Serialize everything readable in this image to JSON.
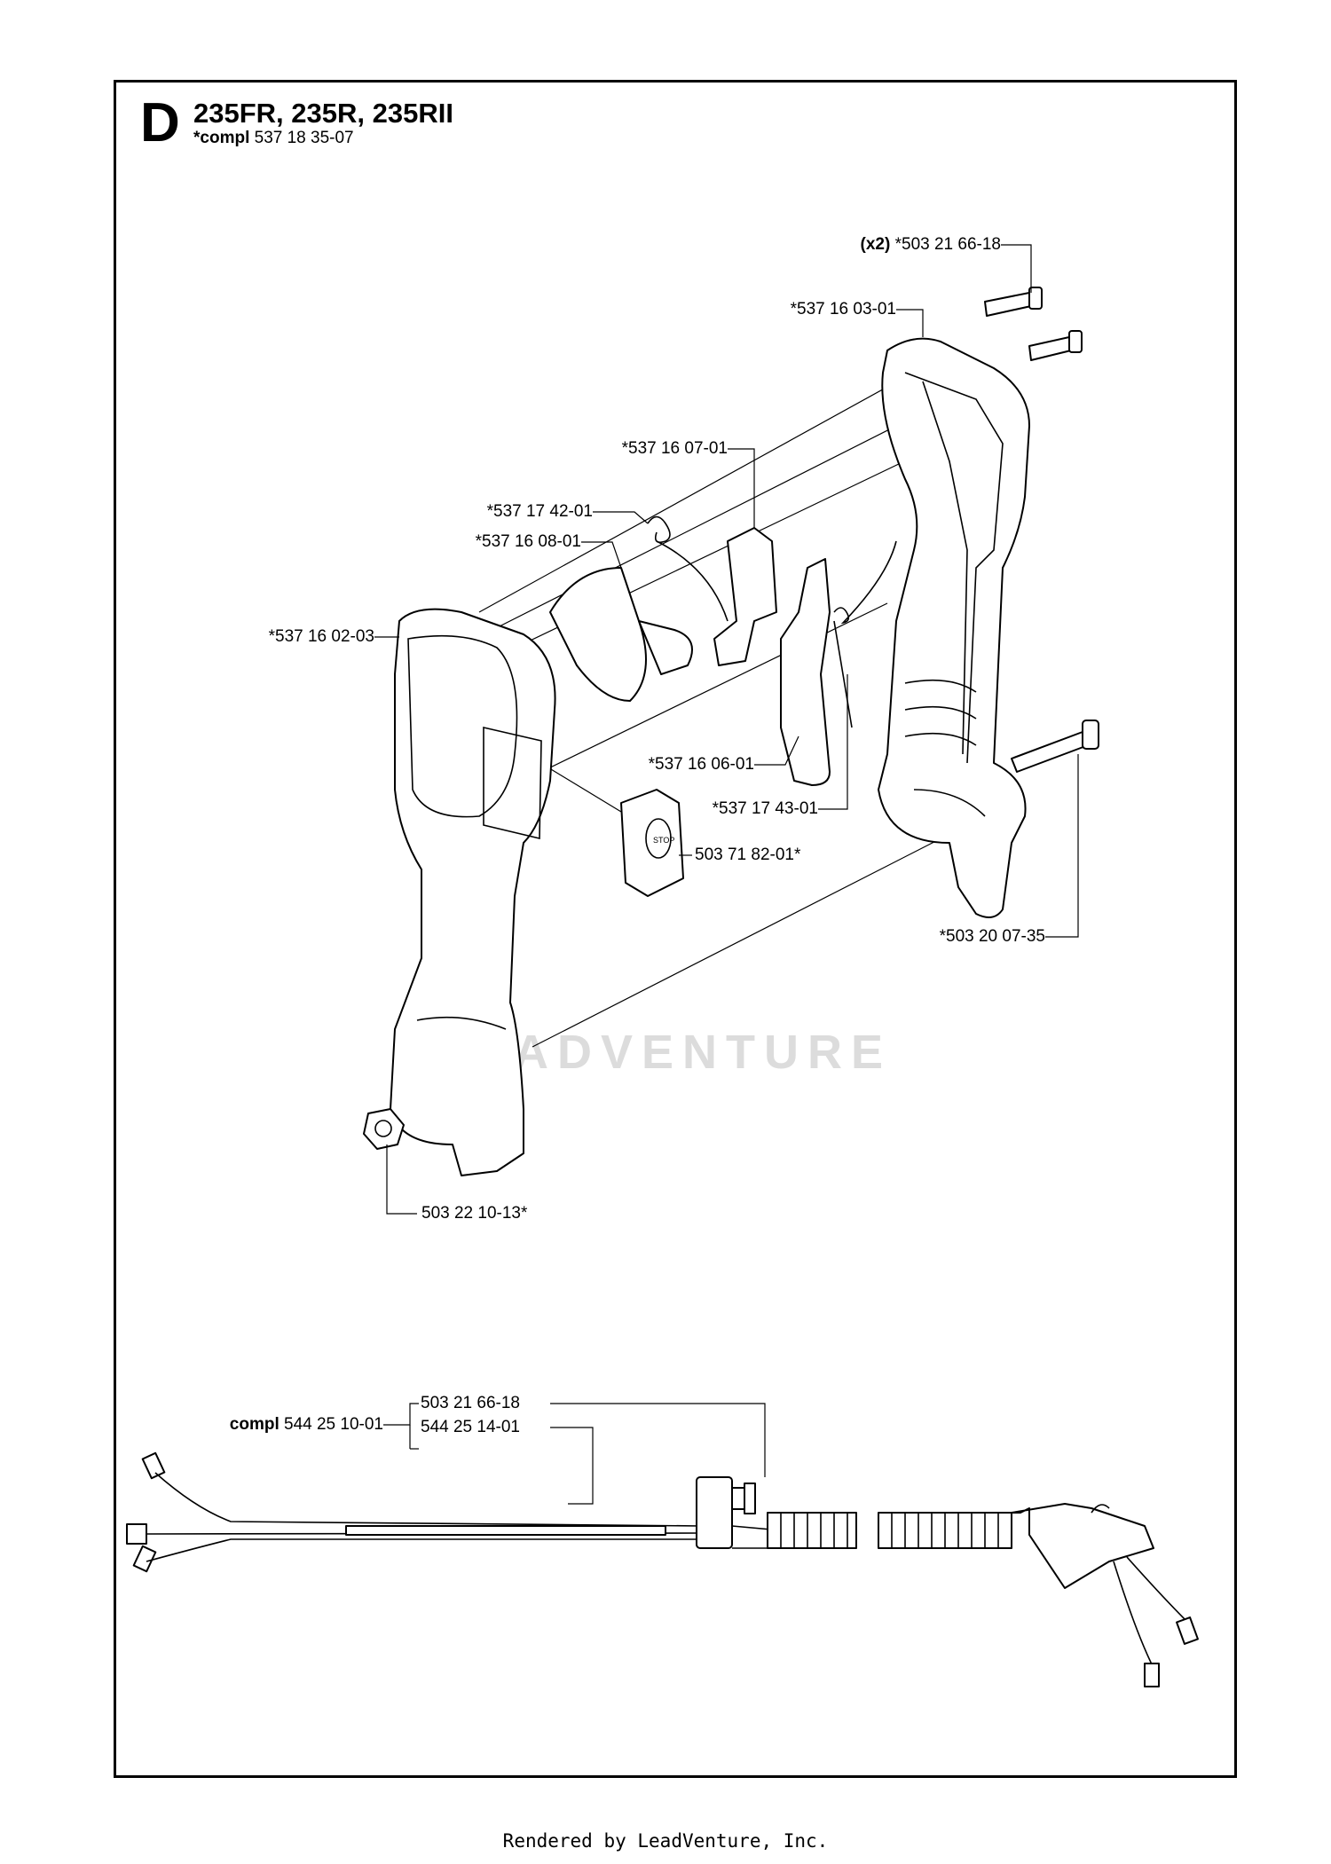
{
  "header": {
    "section_letter": "D",
    "models": "235FR, 235R, 235RII",
    "compl_prefix": "*compl",
    "compl_number": "537 18 35-07"
  },
  "parts": {
    "screw_top_qty": "(x2)",
    "screw_top": "*503 21 66-18",
    "right_housing": "*537 16 03-01",
    "throttle_lock": "*537 16 07-01",
    "spring_small": "*537 17 42-01",
    "lever_small": "*537 16 08-01",
    "left_housing": "*537 16 02-03",
    "throttle_trigger": "*537 16 06-01",
    "spring_return": "*537 17 43-01",
    "stop_switch": "503 71 82-01*",
    "screw_long": "*503 20 07-35",
    "nut": "503 22 10-13*"
  },
  "harness": {
    "compl_prefix": "compl",
    "compl_number": "544 25 10-01",
    "part_a": "503 21 66-18",
    "part_b": "544 25 14-01"
  },
  "stop_label": "STOP",
  "watermark": "LEADVENTURE",
  "footer": "Rendered by LeadVenture, Inc."
}
